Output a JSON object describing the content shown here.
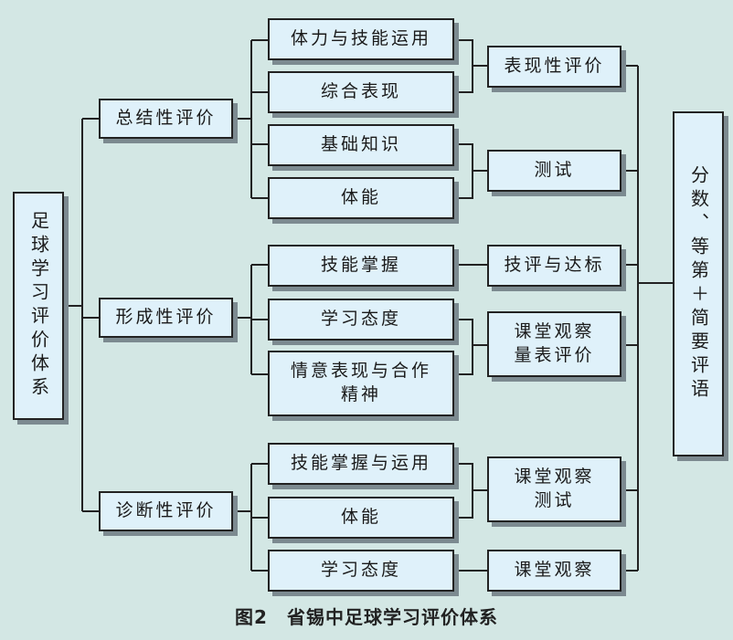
{
  "root": "足球学习评价体系",
  "level1": {
    "summative": "总结性评价",
    "formative": "形成性评价",
    "diagnostic": "诊断性评价"
  },
  "level2": {
    "fitness_skill_use": "体力与技能运用",
    "overall_performance": "综合表现",
    "basic_knowledge": "基础知识",
    "physical_1": "体能",
    "skill_mastery": "技能掌握",
    "attitude_1": "学习态度",
    "emotion_cooperation": "情意表现与合作\n精神",
    "skill_mastery_use": "技能掌握与运用",
    "physical_2": "体能",
    "attitude_2": "学习态度"
  },
  "level3": {
    "performance_eval": "表现性评价",
    "test": "测试",
    "skill_eval_standard": "技评与达标",
    "observation_scale": "课堂观察\n量表评价",
    "observation_test": "课堂观察\n测试",
    "observation": "课堂观察"
  },
  "result": "分数、等第＋简要评语",
  "caption": "图2　省锡中足球学习评价体系"
}
